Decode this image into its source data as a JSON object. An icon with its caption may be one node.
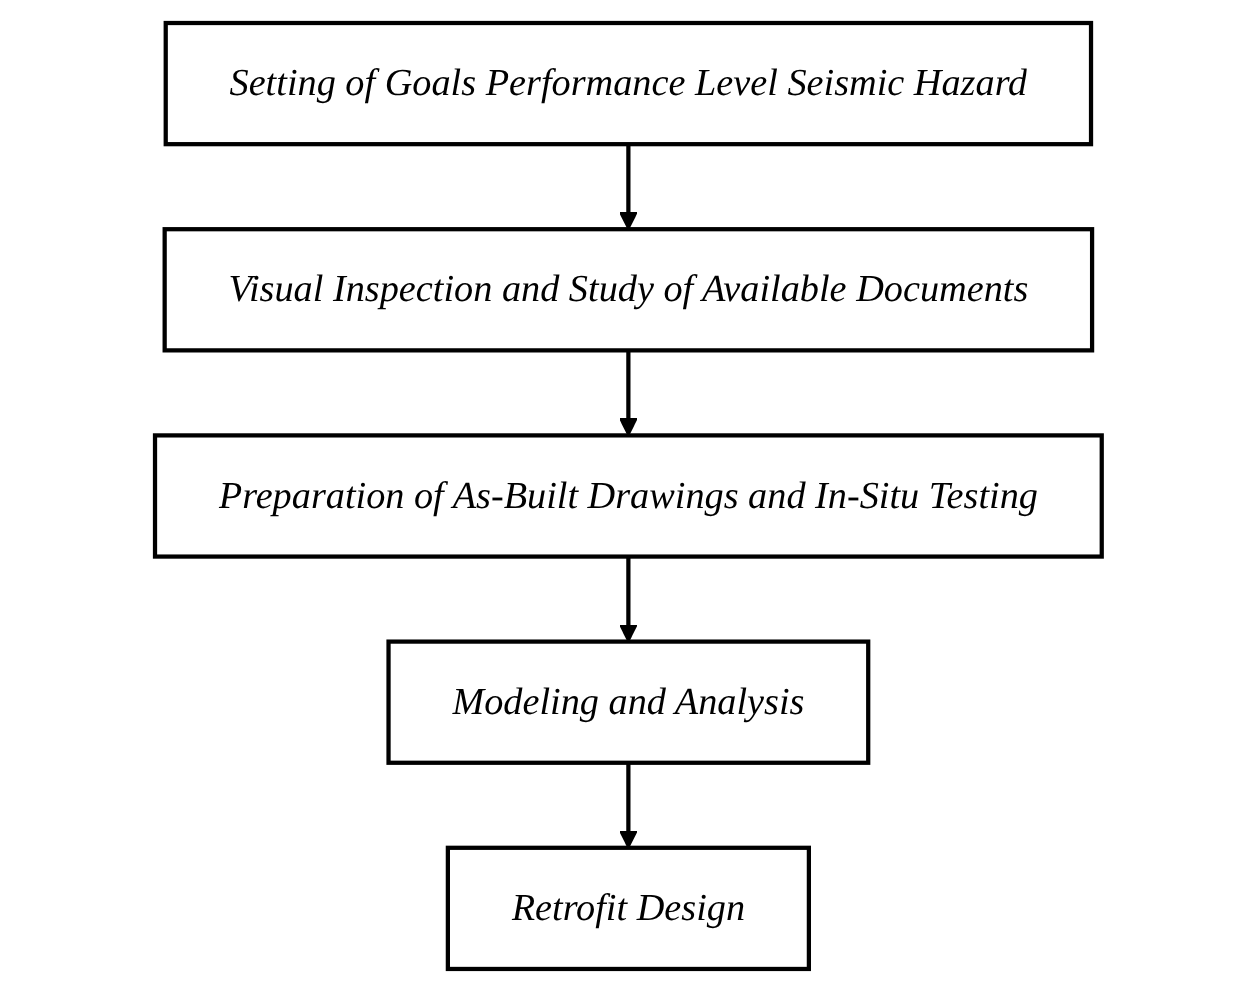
{
  "diagram": {
    "nodes": [
      {
        "text": [
          "Setting of Goals Performance Level Seismic Hazard"
        ]
      },
      {
        "text": [
          "Visual Inspection and Study of Available Documents"
        ]
      },
      {
        "text": [
          "Preparation of As-Built Drawings and In-Situ Testing"
        ]
      },
      {
        "text": [
          "Modeling and Analysis"
        ]
      },
      {
        "text": [
          "Retrofit Design"
        ]
      }
    ],
    "edges": [
      {
        "from": 0,
        "to": 1,
        "arrow": "to"
      },
      {
        "from": 1,
        "to": 2,
        "arrow": "to"
      },
      {
        "from": 2,
        "to": 3,
        "arrow": "to"
      },
      {
        "from": 3,
        "to": 4,
        "arrow": "to"
      }
    ]
  }
}
